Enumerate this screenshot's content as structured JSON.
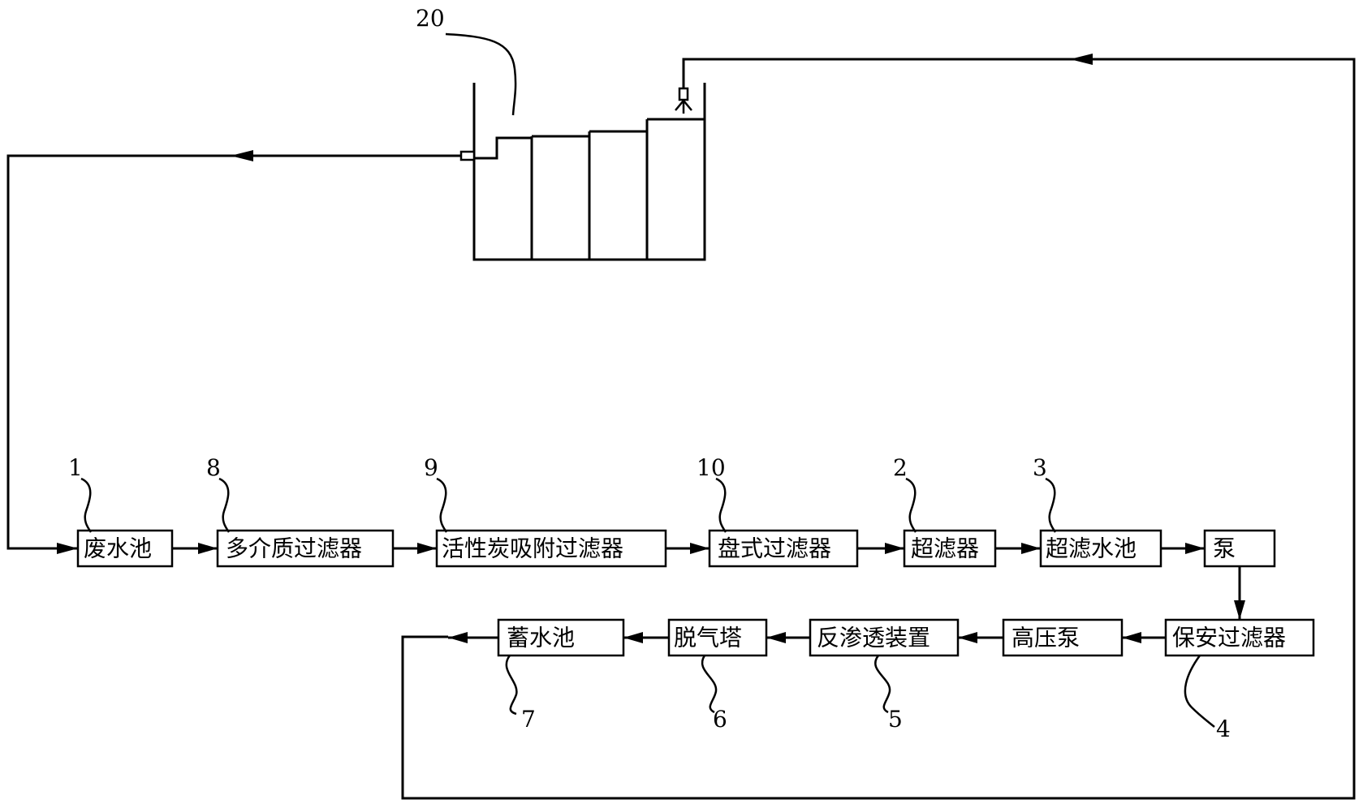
{
  "diagram": {
    "process": {
      "waste_pool": "废水池",
      "multimedia_filter": "多介质过滤器",
      "carbon_filter": "活性炭吸附过滤器",
      "disc_filter": "盘式过滤器",
      "ultrafilter": "超滤器",
      "uf_pool": "超滤水池",
      "pump": "泵",
      "security_filter": "保安过滤器",
      "hp_pump": "高压泵",
      "ro_device": "反渗透装置",
      "degas_tower": "脱气塔",
      "storage_pool": "蓄水池"
    },
    "refs": {
      "n1": "1",
      "n8": "8",
      "n9": "9",
      "n10": "10",
      "n2": "2",
      "n3": "3",
      "n4": "4",
      "n5": "5",
      "n6": "6",
      "n7": "7",
      "n20": "20"
    }
  }
}
